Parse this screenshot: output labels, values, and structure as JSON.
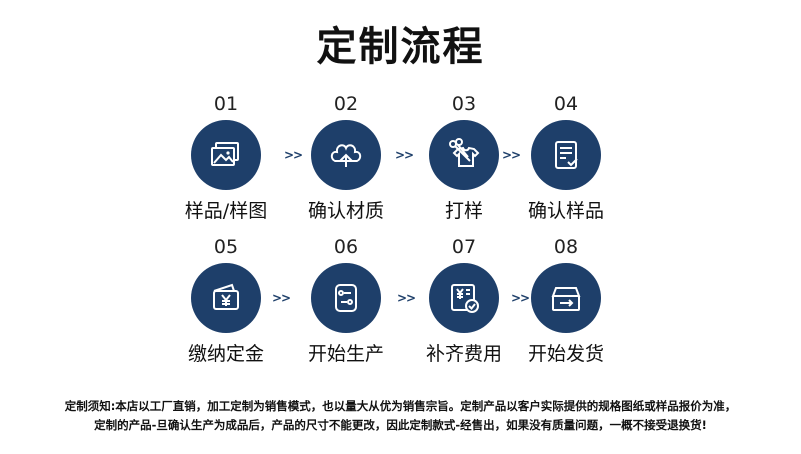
{
  "title": "定制流程",
  "steps": [
    {
      "num": "01",
      "label": "样品/样图",
      "icon": "image-icon"
    },
    {
      "num": "02",
      "label": "确认材质",
      "icon": "cotton-flower-icon"
    },
    {
      "num": "03",
      "label": "打样",
      "icon": "scissors-shirt-icon"
    },
    {
      "num": "04",
      "label": "确认样品",
      "icon": "checklist-icon"
    },
    {
      "num": "05",
      "label": "缴纳定金",
      "icon": "wallet-yen-icon"
    },
    {
      "num": "06",
      "label": "开始生产",
      "icon": "production-panel-icon"
    },
    {
      "num": "07",
      "label": "补齐费用",
      "icon": "yen-bill-check-icon"
    },
    {
      "num": "08",
      "label": "开始发货",
      "icon": "shipping-box-icon"
    }
  ],
  "arrow_text": ">>",
  "notice": {
    "line1": "定制须知:本店以工厂直销，加工定制为销售模式，也以量大从优为销售宗旨。定制产品以客户实际提供的规格图纸或样品报价为准，",
    "line2": "定制的产品-旦确认生产为成品后，产品的尺寸不能更改，因此定制款式-经售出，如果没有质量问题，一概不接受退换货!"
  },
  "colors": {
    "circle": "#1e3f6a",
    "icon": "#ffffff",
    "text": "#111111"
  }
}
